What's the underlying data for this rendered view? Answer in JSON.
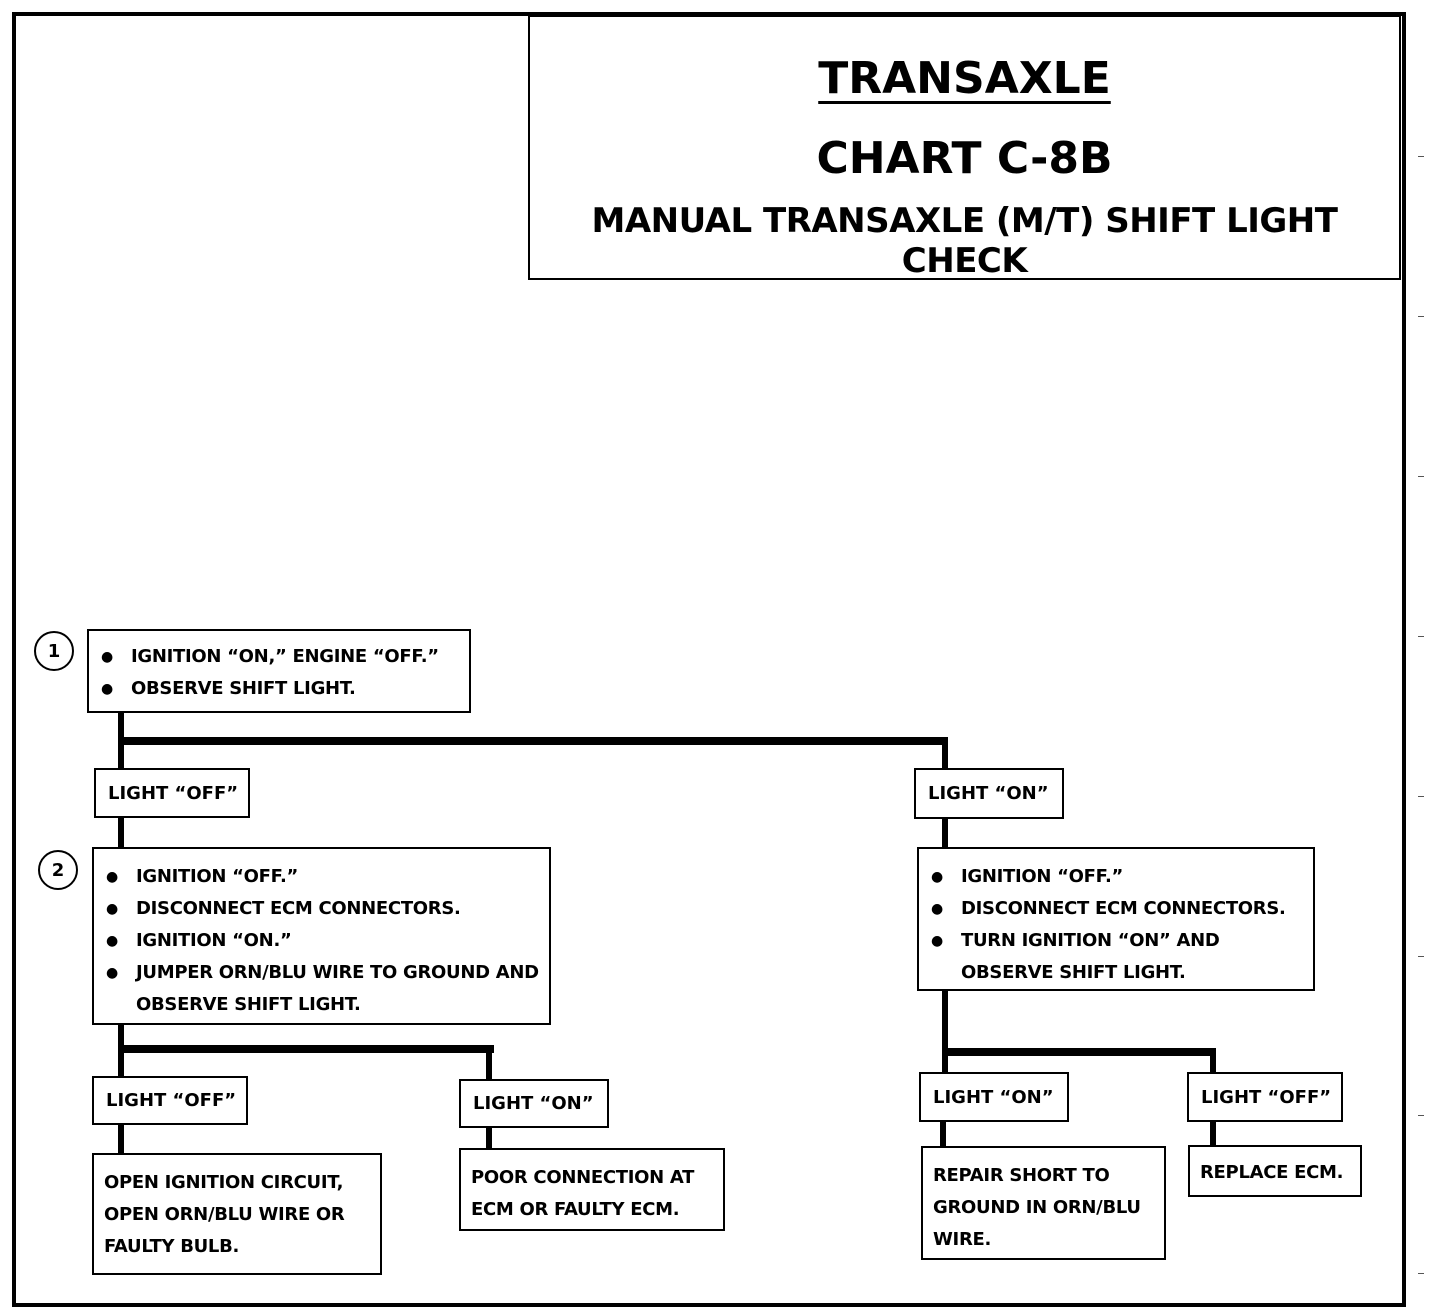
{
  "header": {
    "title": "TRANSAXLE",
    "chart_id": "CHART C-8B",
    "subtitle": "MANUAL TRANSAXLE (M/T) SHIFT LIGHT CHECK"
  },
  "steps": {
    "step1": {
      "number": "1",
      "items": [
        "IGNITION “ON,” ENGINE “OFF.”",
        "OBSERVE SHIFT LIGHT."
      ]
    },
    "step2": {
      "number": "2",
      "items": [
        "IGNITION “OFF.”",
        "DISCONNECT ECM CONNECTORS.",
        "IGNITION “ON.”",
        "JUMPER ORN/BLU WIRE TO GROUND AND OBSERVE SHIFT LIGHT."
      ]
    },
    "right_check": {
      "items": [
        "IGNITION “OFF.”",
        "DISCONNECT ECM CONNECTORS.",
        "TURN IGNITION “ON” AND OBSERVE SHIFT LIGHT."
      ]
    }
  },
  "labels": {
    "light_off": "LIGHT “OFF”",
    "light_on": "LIGHT “ON”"
  },
  "results": {
    "open_ignition": "OPEN IGNITION CIRCUIT, OPEN ORN/BLU WIRE OR FAULTY BULB.",
    "poor_connection": "POOR CONNECTION AT ECM OR FAULTY ECM.",
    "repair_short": "REPAIR SHORT TO GROUND IN ORN/BLU WIRE.",
    "replace_ecm": "REPLACE ECM."
  }
}
